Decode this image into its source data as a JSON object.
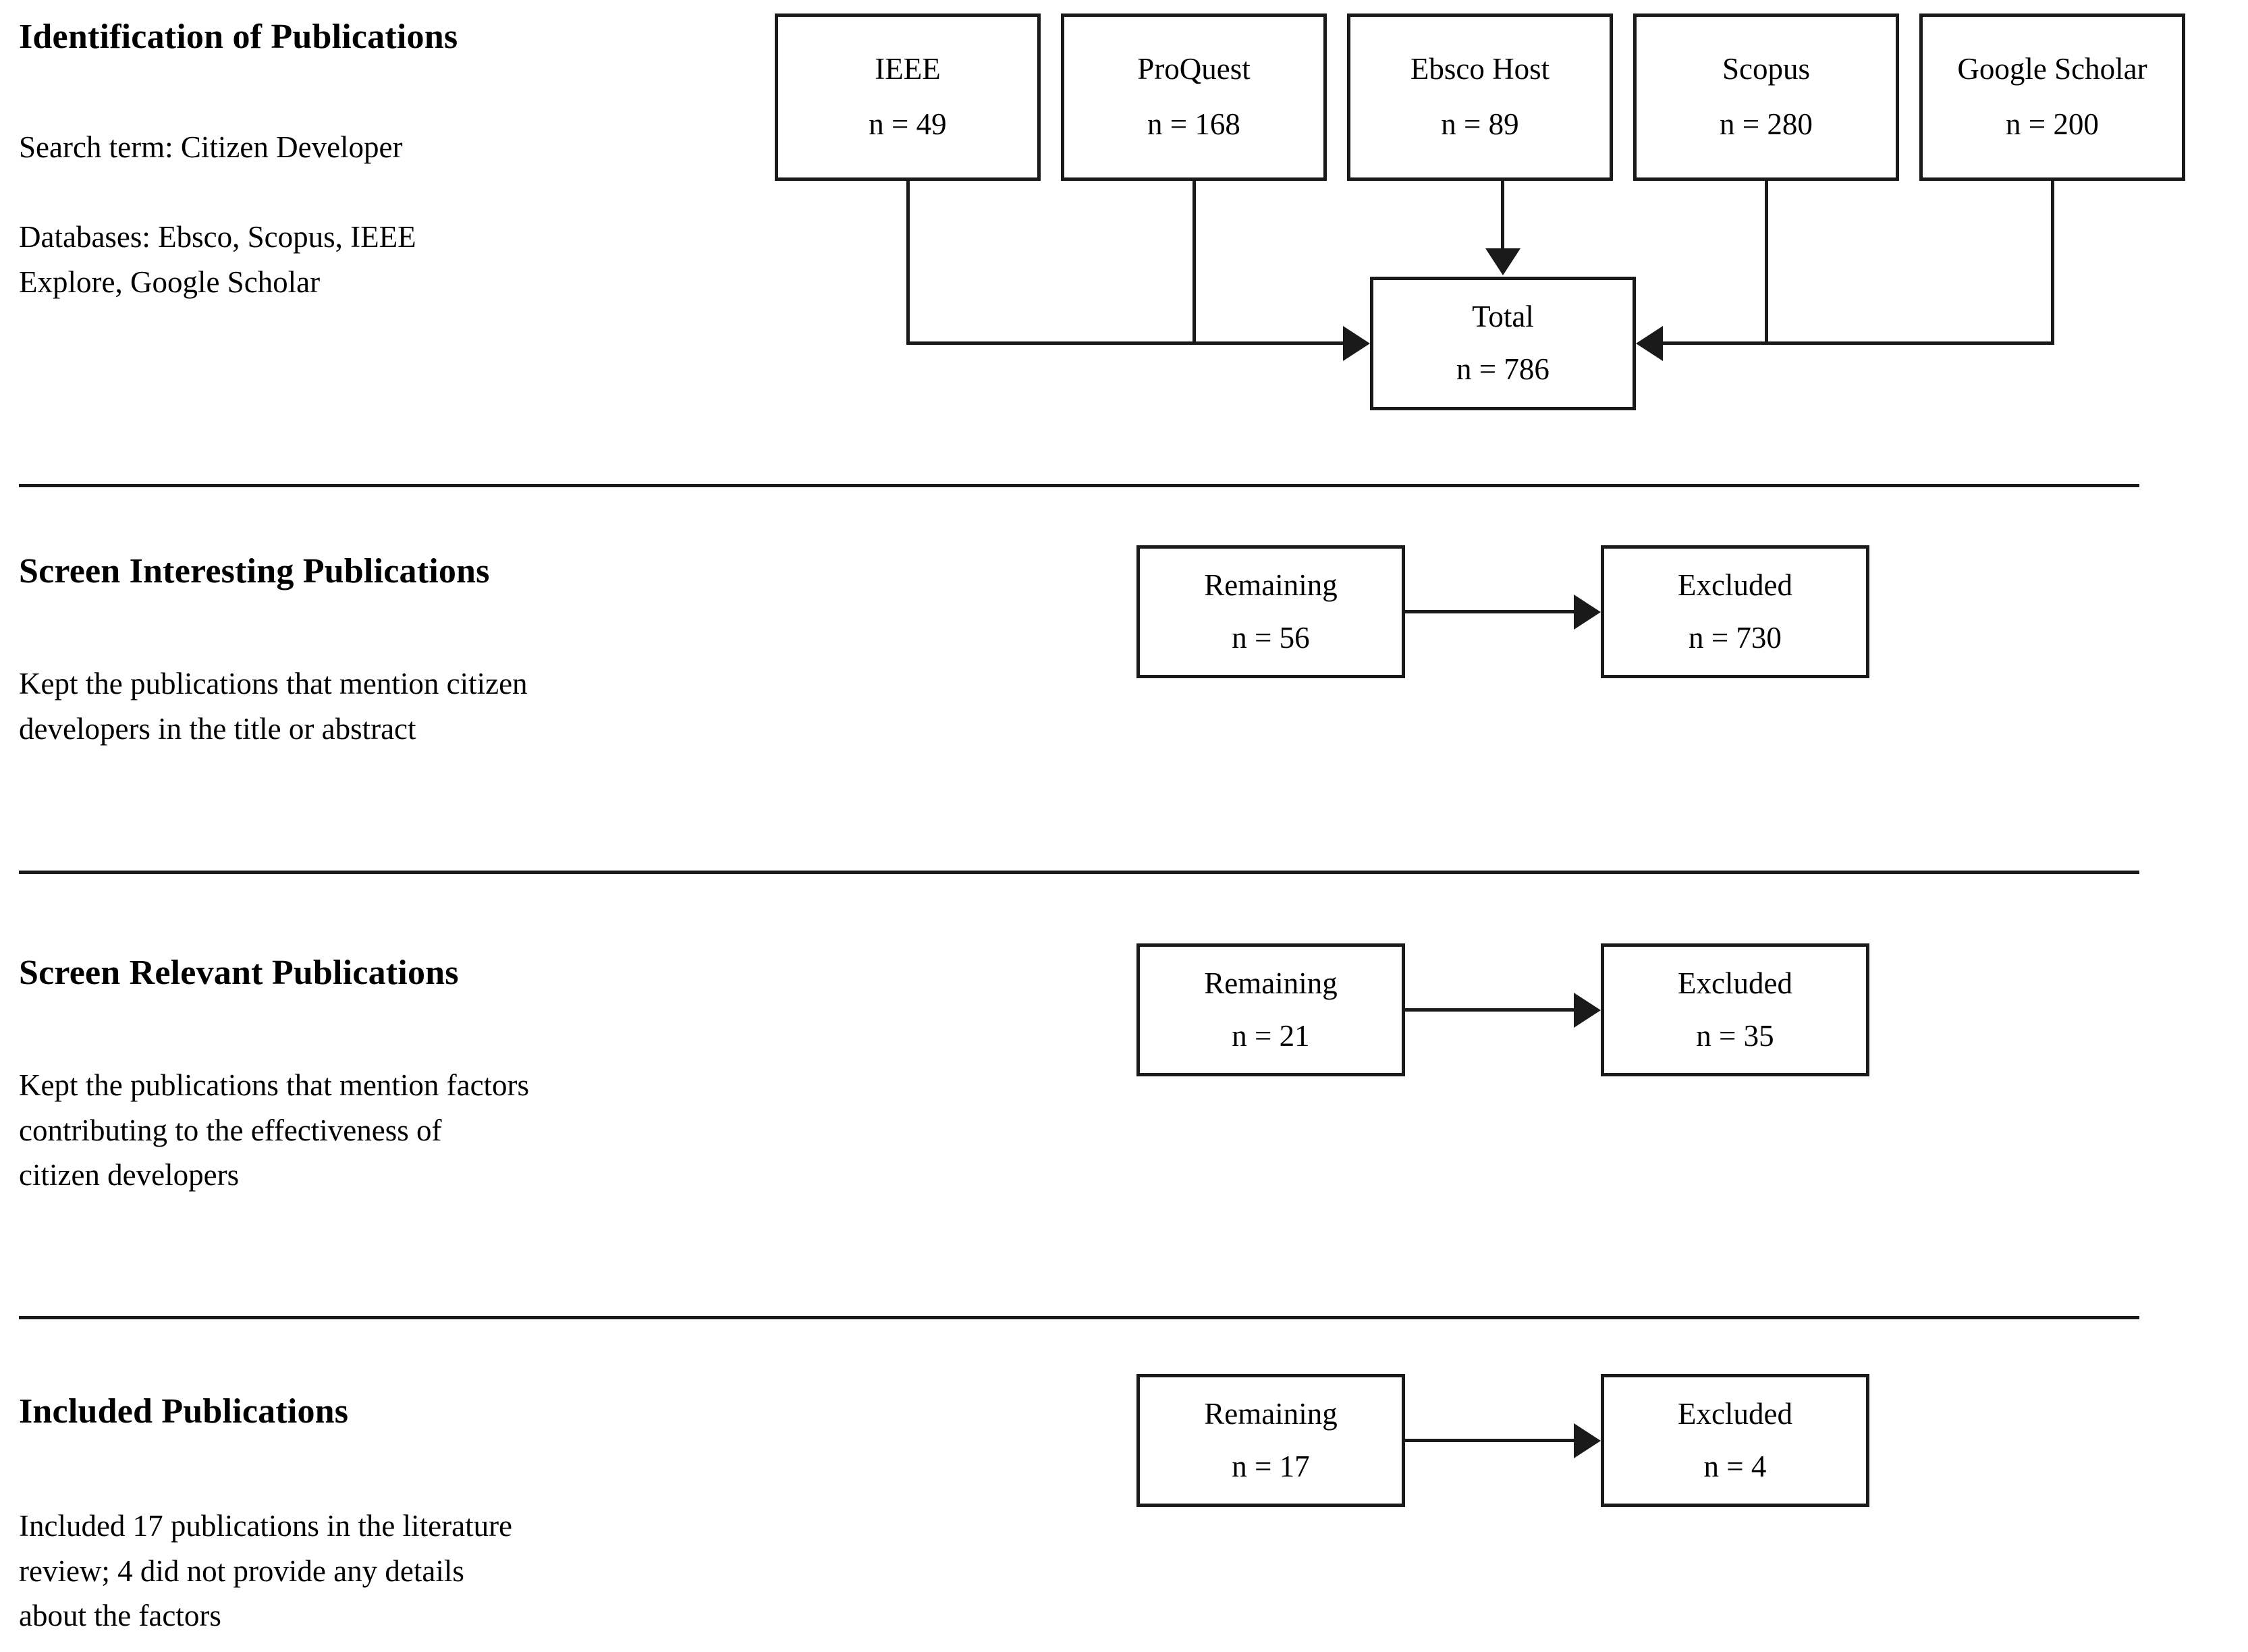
{
  "diagram": {
    "title": "Publication selection flow",
    "line_color": "#1a1a1a",
    "background": "#ffffff"
  },
  "sections": [
    {
      "heading": "Identification of Publications",
      "body": "Search term: Citizen Developer\n\nDatabases: Ebsco, Scopus, IEEE\nExplore, Google Scholar"
    },
    {
      "heading": "Screen Interesting Publications",
      "body": "Kept the publications that mention citizen\ndevelopers in the title or abstract"
    },
    {
      "heading": "Screen Relevant Publications",
      "body": "Kept the publications that mention factors\ncontributing to the effectiveness of\ncitizen developers"
    },
    {
      "heading": "Included Publications",
      "body": "Included 17 publications in the literature\nreview; 4 did not provide any details\nabout the factors"
    }
  ],
  "sources": [
    {
      "label": "IEEE",
      "count": "n = 49"
    },
    {
      "label": "ProQuest",
      "count": "n = 168"
    },
    {
      "label": "Ebsco Host",
      "count": "n = 89"
    },
    {
      "label": "Scopus",
      "count": "n = 280"
    },
    {
      "label": "Google Scholar",
      "count": "n = 200"
    }
  ],
  "total": {
    "label": "Total",
    "count": "n = 786"
  },
  "stages": [
    {
      "remaining": {
        "label": "Remaining",
        "count": "n = 56"
      },
      "excluded": {
        "label": "Excluded",
        "count": "n = 730"
      }
    },
    {
      "remaining": {
        "label": "Remaining",
        "count": "n = 21"
      },
      "excluded": {
        "label": "Excluded",
        "count": "n = 35"
      }
    },
    {
      "remaining": {
        "label": "Remaining",
        "count": "n = 17"
      },
      "excluded": {
        "label": "Excluded",
        "count": "n = 4"
      }
    }
  ],
  "chart_data": {
    "type": "diagram",
    "title": "PRISMA-style literature selection flow",
    "nodes": [
      {
        "id": "ieee",
        "label": "IEEE",
        "value": 49,
        "stage": "identification"
      },
      {
        "id": "proquest",
        "label": "ProQuest",
        "value": 168,
        "stage": "identification"
      },
      {
        "id": "ebsco",
        "label": "Ebsco Host",
        "value": 89,
        "stage": "identification"
      },
      {
        "id": "scopus",
        "label": "Scopus",
        "value": 280,
        "stage": "identification"
      },
      {
        "id": "gscholar",
        "label": "Google Scholar",
        "value": 200,
        "stage": "identification"
      },
      {
        "id": "total",
        "label": "Total",
        "value": 786,
        "stage": "identification"
      },
      {
        "id": "remain1",
        "label": "Remaining",
        "value": 56,
        "stage": "screen-interesting"
      },
      {
        "id": "excl1",
        "label": "Excluded",
        "value": 730,
        "stage": "screen-interesting"
      },
      {
        "id": "remain2",
        "label": "Remaining",
        "value": 21,
        "stage": "screen-relevant"
      },
      {
        "id": "excl2",
        "label": "Excluded",
        "value": 35,
        "stage": "screen-relevant"
      },
      {
        "id": "remain3",
        "label": "Remaining",
        "value": 17,
        "stage": "included"
      },
      {
        "id": "excl3",
        "label": "Excluded",
        "value": 4,
        "stage": "included"
      }
    ],
    "edges": [
      {
        "from": "ieee",
        "to": "total"
      },
      {
        "from": "proquest",
        "to": "total"
      },
      {
        "from": "ebsco",
        "to": "total"
      },
      {
        "from": "scopus",
        "to": "total"
      },
      {
        "from": "gscholar",
        "to": "total"
      },
      {
        "from": "remain1",
        "to": "excl1"
      },
      {
        "from": "remain2",
        "to": "excl2"
      },
      {
        "from": "remain3",
        "to": "excl3"
      }
    ]
  }
}
